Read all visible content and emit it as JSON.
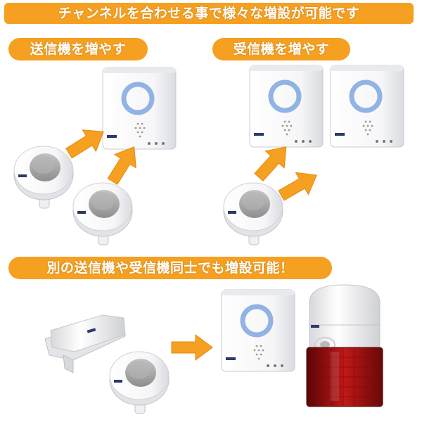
{
  "header": {
    "title": "チャンネルを合わせる事で様々な増設が可能です"
  },
  "sections": {
    "add_transmitters": "送信機を増やす",
    "add_receivers": "受信機を増やす",
    "mixed": "別の送信機や受信機同士でも増設可能！"
  },
  "colors": {
    "accent": "#f5a020",
    "device": "#f4f4f6",
    "ring": "#7fa7df",
    "button": "#a8a8a8",
    "siren": "#b01515"
  },
  "icons": [
    "receiver-unit",
    "push-button-transmitter",
    "sensor-transmitter",
    "siren-receiver",
    "arrow"
  ]
}
